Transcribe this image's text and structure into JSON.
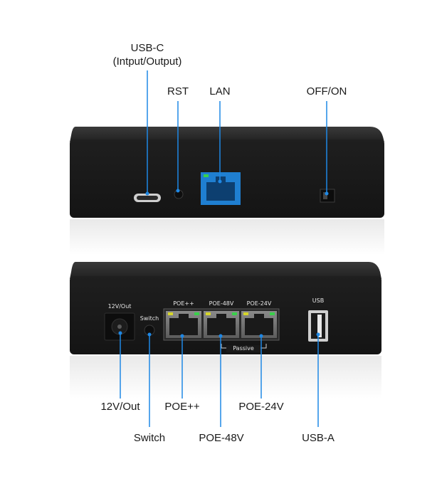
{
  "top_unit": {
    "callouts": {
      "usb_c": "USB-C",
      "usb_c_sub": "(Intput/Output)",
      "rst": "RST",
      "lan": "LAN",
      "off_on": "OFF/ON"
    }
  },
  "bottom_unit": {
    "panel_text": {
      "dc_out": "12V/Out",
      "switch": "Switch",
      "poe_pp": "POE++",
      "poe_48": "POE-48V",
      "poe_24": "POE-24V",
      "usb": "USB",
      "passive": "Passive"
    },
    "callouts": {
      "dc_out": "12V/Out",
      "poe_pp": "POE++",
      "poe_24": "POE-24V",
      "switch": "Switch",
      "poe_48": "POE-48V",
      "usb_a": "USB-A"
    }
  },
  "colors": {
    "leader": "#1e88e5",
    "housing": "#1c1c1c",
    "lan_port": "#1f7fd1",
    "led_green": "#39d04a",
    "led_yellow": "#d6d62a"
  }
}
